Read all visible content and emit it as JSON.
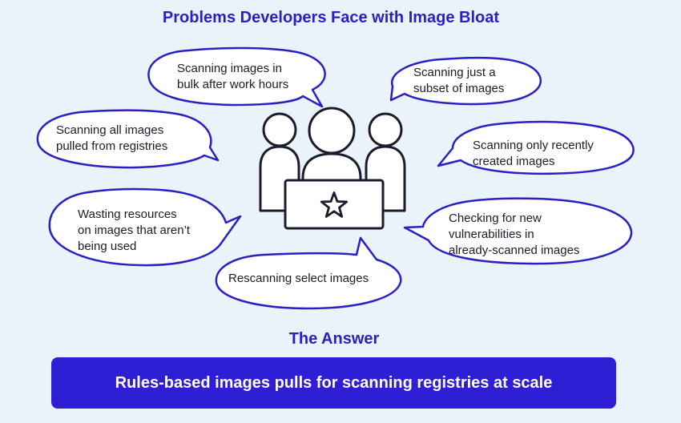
{
  "title": "Problems Developers Face with Image Bloat",
  "problems": {
    "bulk": [
      "Scanning images in",
      "bulk after work hours"
    ],
    "subset": [
      "Scanning just a",
      "subset of images"
    ],
    "all": [
      "Scanning all images",
      "pulled from registries"
    ],
    "recent": [
      "Scanning only recently",
      "created images"
    ],
    "wasting": [
      "Wasting resources",
      "on images that aren’t",
      "being used"
    ],
    "vulns": [
      "Checking for new",
      "vulnerabilities in",
      "already-scanned images"
    ],
    "rescan": [
      "Rescanning select images"
    ]
  },
  "icon": "developer-team-laptop-star-icon",
  "answer": {
    "heading": "The Answer",
    "text": "Rules-based images pulls for scanning registries at scale"
  },
  "colors": {
    "accent": "#2a1fc4",
    "answer_bar": "#2f1fd4",
    "bubble_stroke": "#2a1fc4",
    "bubble_fill": "#ffffff",
    "background": "#eaf2fa"
  }
}
